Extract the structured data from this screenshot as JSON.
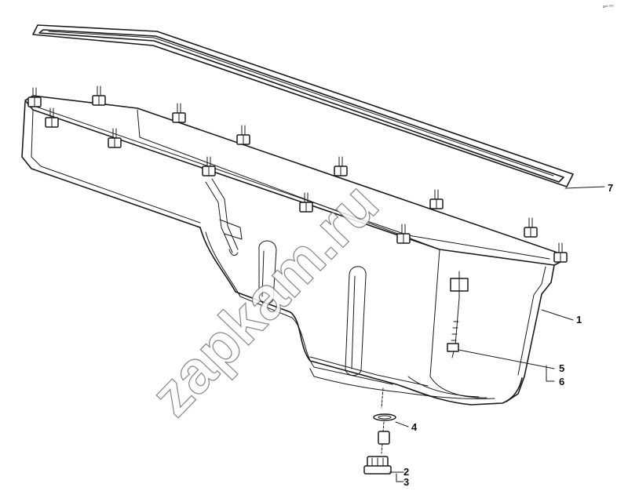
{
  "corner_code": "sᵖᵈ ⁰⁰⁰",
  "watermark": "zapkam.ru",
  "callouts": {
    "c1": "1",
    "c2": "2",
    "c3": "3",
    "c4": "4",
    "c5": "5",
    "c6": "6",
    "c7": "7"
  },
  "colors": {
    "line": "#1a1a1a",
    "watermark_stroke": "#7a7a7a",
    "background": "#ffffff"
  }
}
